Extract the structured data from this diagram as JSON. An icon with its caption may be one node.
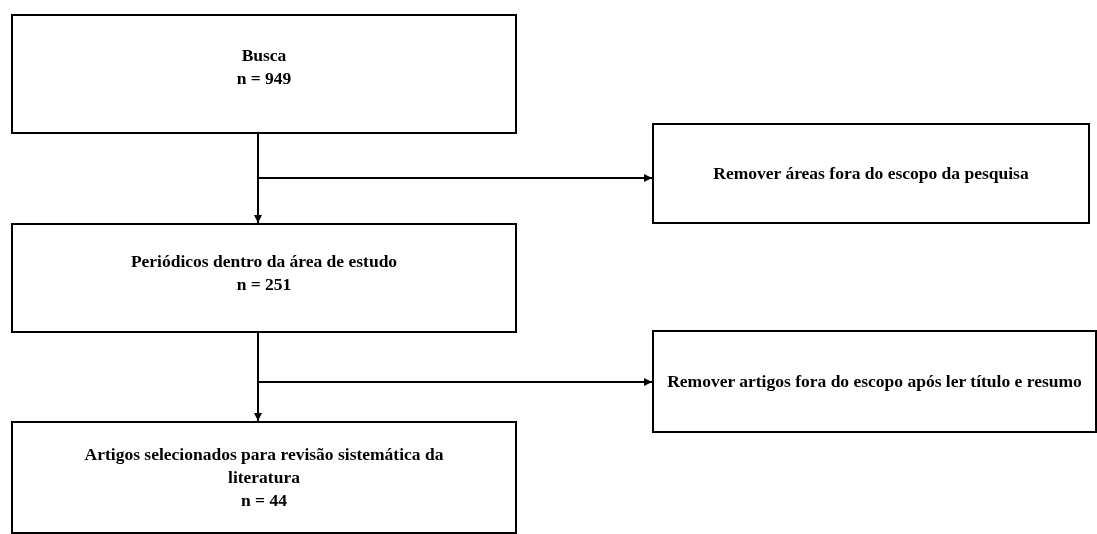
{
  "diagram": {
    "nodes": [
      {
        "text": [
          "Busca",
          "n = 949"
        ]
      },
      {
        "text": [
          "Remover áreas fora do escopo da pesquisa"
        ]
      },
      {
        "text": [
          "Periódicos dentro da área de estudo",
          "n = 251"
        ]
      },
      {
        "text": [
          "Remover artigos fora do escopo após ler título e resumo"
        ]
      },
      {
        "text": [
          "Artigos selecionados para revisão sistemática da literatura",
          "n = 44"
        ]
      }
    ],
    "edges": [
      {
        "from": 0,
        "to": 2,
        "arrow": "to"
      },
      {
        "from": 0,
        "to": 1,
        "arrow": "to"
      },
      {
        "from": 2,
        "to": 4,
        "arrow": "to"
      },
      {
        "from": 2,
        "to": 3,
        "arrow": "to"
      }
    ]
  }
}
